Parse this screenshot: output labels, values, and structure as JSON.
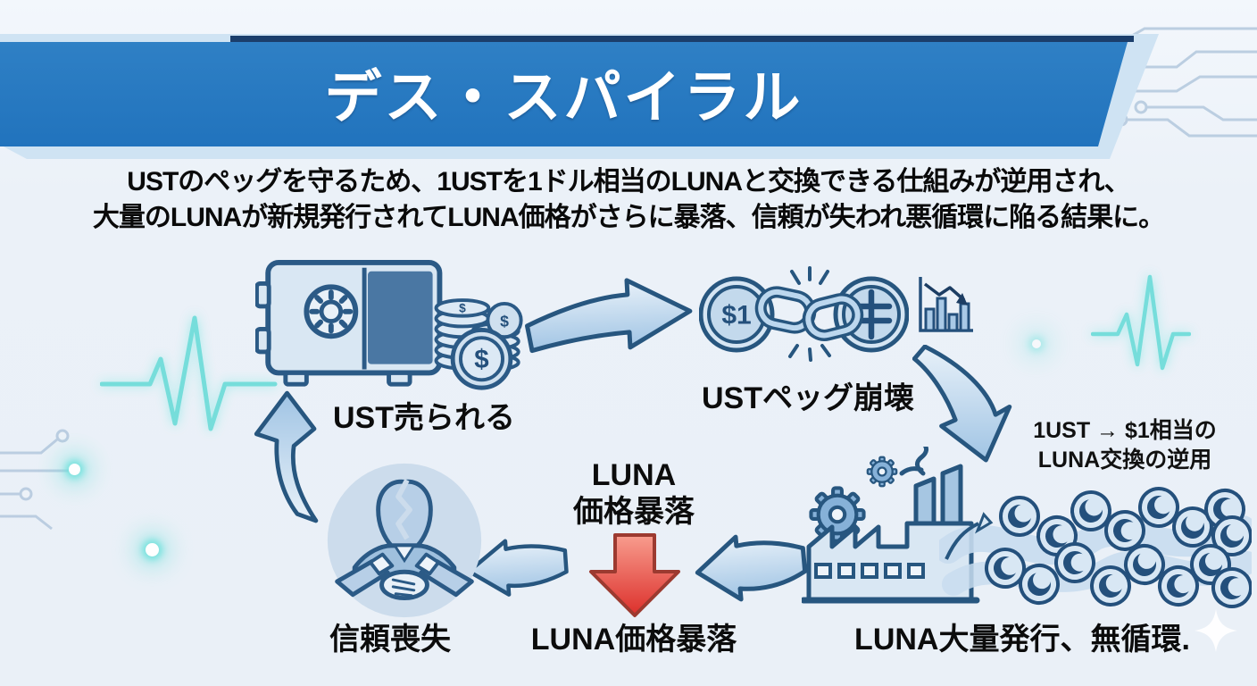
{
  "header": {
    "title": "デス・スパイラル"
  },
  "description": {
    "line1": "USTのペッグを守るため、1USTを1ドル相当のLUNAと交換できる仕組みが逆用され、",
    "line2": "大量のLUNAが新規発行されてLUNA価格がさらに暴落、信頼が失われ悪循環に陥る結果に。"
  },
  "flow": {
    "ust_sold": {
      "label": "UST売られる",
      "icon": "safe-with-coins-icon"
    },
    "peg_collapse": {
      "label": "USTペッグ崩壊",
      "icon": "broken-peg-chain-icon",
      "coin_text": "$1",
      "chart_icon": "declining-bar-chart-icon"
    },
    "luna_mint": {
      "label": "LUNA大量発行、無循環.",
      "icon": "factory-icon",
      "coins_icon": "luna-coin-stream-icon"
    },
    "luna_crash": {
      "caption_line1": "LUNA",
      "caption_line2": "価格暴落",
      "label": "LUNA価格暴落",
      "icon": "red-down-arrow"
    },
    "trust_loss": {
      "label": "信頼喪失",
      "icon": "broken-trust-handshake-icon"
    },
    "side_note": {
      "line1": "1UST → $1相当の",
      "line2": "LUNA交換の逆用"
    }
  },
  "symbols": {
    "dollar": "$",
    "dollar_one": "$1"
  },
  "colors": {
    "background": "#eaf0f7",
    "banner_blue": "#2478c1",
    "banner_light": "#cfe3f3",
    "banner_navy": "#1b3e6b",
    "outline_navy": "#27567f",
    "icon_fill": "#d9e7f3",
    "arrow_fill": "#b9d4ec",
    "crash_red": "#dc2f2b",
    "pulse_teal": "#5ad9d4",
    "text_black": "#0a0a0a"
  }
}
